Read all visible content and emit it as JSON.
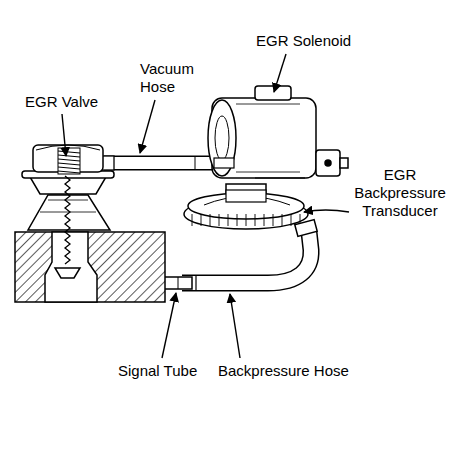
{
  "diagram": {
    "labels": [
      "EGR Valve",
      "Vacuum Hose",
      "EGR Solenoid",
      "EGR Backpressure Transducer",
      "Signal Tube",
      "Backpressure Hose"
    ]
  }
}
